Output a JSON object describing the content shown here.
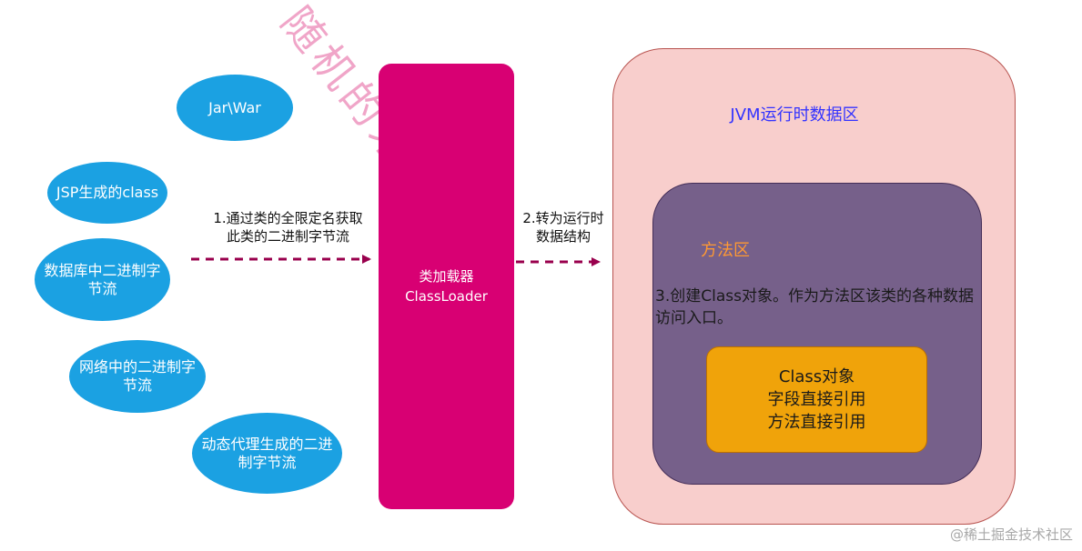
{
  "sources": [
    {
      "id": "jar-war",
      "label": "Jar\\War"
    },
    {
      "id": "jsp-class",
      "label": "JSP生成的class"
    },
    {
      "id": "db-bytes",
      "label": "数据库中二进制字节流"
    },
    {
      "id": "network-bytes",
      "label": "网络中的二进制字节流"
    },
    {
      "id": "proxy-bytes",
      "label": "动态代理生成的二进制字节流"
    }
  ],
  "step1": {
    "line1": "1.通过类的全限定名获取",
    "line2": "此类的二进制字节流"
  },
  "loader": {
    "line1": "类加载器",
    "line2": "ClassLoader"
  },
  "step2": {
    "line1": "2.转为运行时",
    "line2": "数据结构"
  },
  "jvm": {
    "title": "JVM运行时数据区",
    "method_area": {
      "title": "方法区",
      "note": "3.创建Class对象。作为方法区该类的各种数据访问入口。",
      "class_box": {
        "line1": "Class对象",
        "line2": "字段直接引用",
        "line3": "方法直接引用"
      }
    }
  },
  "watermark": "随机的未知",
  "credit": "@稀土掘金技术社区",
  "colors": {
    "source_fill": "#1ba1e2",
    "loader_fill": "#d80073",
    "arrow": "#99004d",
    "jvm_fill": "#f8cecc",
    "method_fill": "#76608a",
    "class_fill": "#f0a30a",
    "jvm_title": "#3333ff",
    "method_title": "#ff9933"
  }
}
